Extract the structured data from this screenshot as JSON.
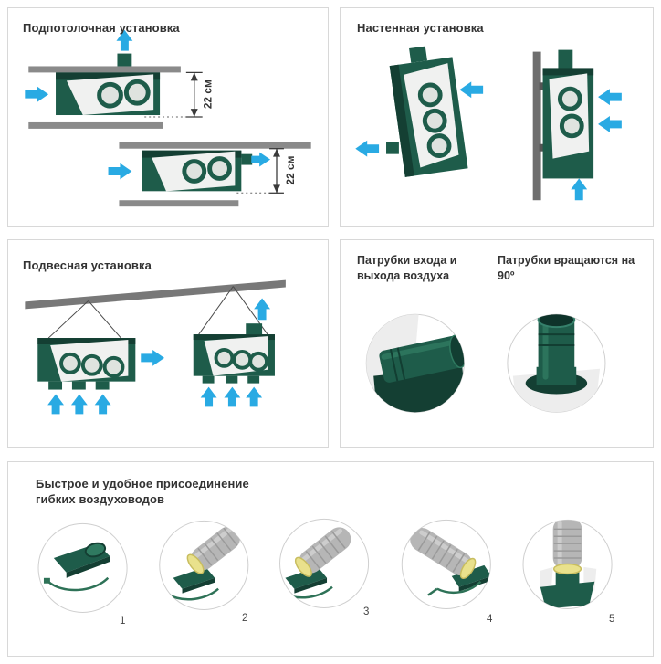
{
  "panels": {
    "ceiling": {
      "title": "Подпотолочная установка",
      "dim_top": "22 см",
      "dim_bottom": "22 см"
    },
    "wall": {
      "title": "Настенная установка"
    },
    "suspended": {
      "title": "Подвесная установка"
    },
    "ports": {
      "inlet_outlet_title": "Патрубки входа и выхода воздуха",
      "rotate_title": "Патрубки вращаются на 90º"
    },
    "connection": {
      "title": "Быстрое и удобное присоединение\nгибких воздуховодов",
      "steps": [
        "1",
        "2",
        "3",
        "4",
        "5"
      ]
    }
  },
  "colors": {
    "arrow_blue": "#29aae3",
    "unit_green_dark": "#1e5c4a",
    "unit_green_deep": "#143f33",
    "bar_gray": "#8a8a8a",
    "duct_gray": "#b6b6b6",
    "ring_yellow": "#e9e18c",
    "panel_border": "#d8d8d8",
    "text_dark": "#333333"
  }
}
